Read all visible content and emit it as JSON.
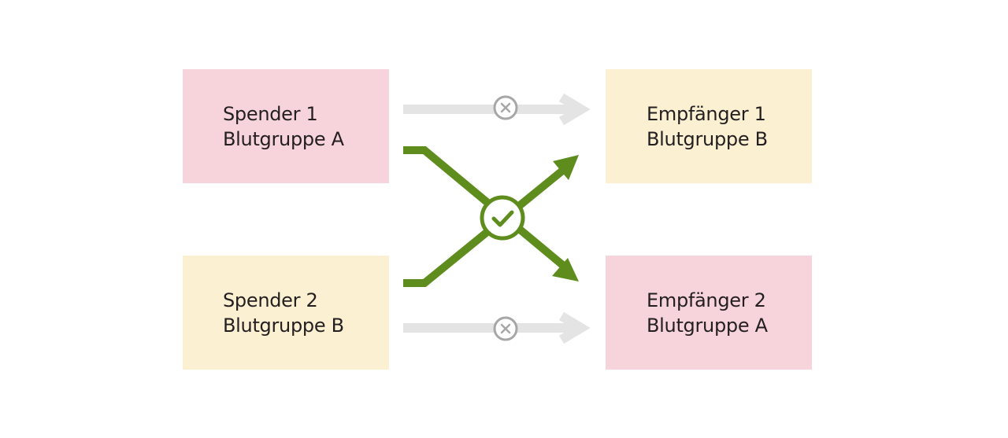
{
  "donors": [
    {
      "title": "Spender 1",
      "blood_group": "Blutgruppe A",
      "color": "#f7d4dc"
    },
    {
      "title": "Spender 2",
      "blood_group": "Blutgruppe B",
      "color": "#fcf0d3"
    }
  ],
  "recipients": [
    {
      "title": "Empfänger 1",
      "blood_group": "Blutgruppe B",
      "color": "#fcf0d3"
    },
    {
      "title": "Empfänger 2",
      "blood_group": "Blutgruppe A",
      "color": "#f7d4dc"
    }
  ],
  "connections": [
    {
      "from": "Spender 1",
      "to": "Empfänger 1",
      "compatible": false,
      "icon": "x-circle-icon"
    },
    {
      "from": "Spender 2",
      "to": "Empfänger 2",
      "compatible": false,
      "icon": "x-circle-icon"
    },
    {
      "from": "Spender 1",
      "to": "Empfänger 2",
      "compatible": true,
      "icon": "check-circle-icon"
    },
    {
      "from": "Spender 2",
      "to": "Empfänger 1",
      "compatible": true,
      "icon": "check-circle-icon"
    }
  ],
  "colors": {
    "compatible_arrow": "#5e8d1e",
    "incompatible_arrow": "#e4e4e4",
    "incompatible_icon": "#a7a7a7"
  }
}
